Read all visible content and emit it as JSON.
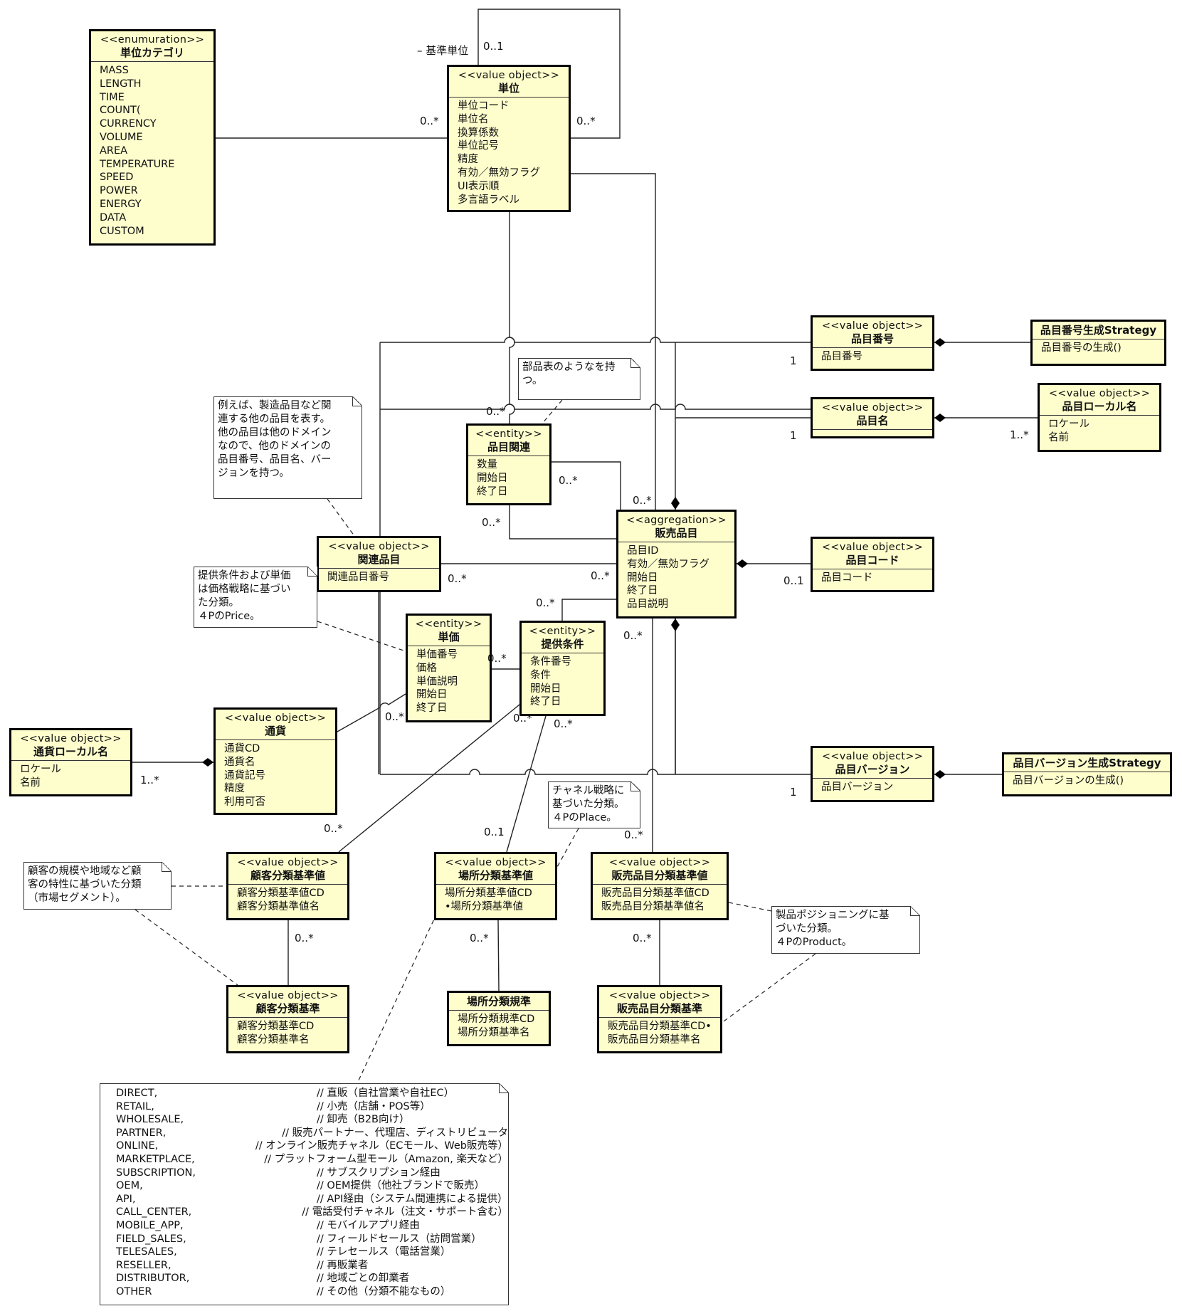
{
  "classes": {
    "unit_category": {
      "stereotype": "<<enumuration>>",
      "name": "単位カテゴリ",
      "items": [
        "MASS",
        "LENGTH",
        "TIME",
        "COUNT(",
        "CURRENCY",
        "VOLUME",
        "AREA",
        "TEMPERATURE",
        "SPEED",
        "POWER",
        "ENERGY",
        "DATA",
        "CUSTOM"
      ]
    },
    "unit": {
      "stereotype": "<<value object>>",
      "name": "単位",
      "items": [
        "単位コード",
        "単位名",
        "換算係数",
        "単位記号",
        "精度",
        "有効／無効フラグ",
        "UI表示順",
        "多言語ラベル"
      ]
    },
    "item_number": {
      "stereotype": "<<value object>>",
      "name": "品目番号",
      "items": [
        "品目番号"
      ]
    },
    "item_number_strategy": {
      "name": "品目番号生成Strategy",
      "items": [
        "品目番号の生成()"
      ]
    },
    "item_name": {
      "stereotype": "<<value object>>",
      "name": "品目名",
      "items": []
    },
    "item_local_name": {
      "stereotype": "<<value object>>",
      "name": "品目ローカル名",
      "items": [
        "ロケール",
        "名前"
      ]
    },
    "item_relation": {
      "stereotype": "<<entity>>",
      "name": "品目関連",
      "items": [
        "数量",
        "開始日",
        "終了日"
      ]
    },
    "sales_item": {
      "stereotype": "<<aggregation>>",
      "name": "販売品目",
      "items": [
        "品目ID",
        "有効／無効フラグ",
        "開始日",
        "終了日",
        "品目説明"
      ]
    },
    "item_code": {
      "stereotype": "<<value object>>",
      "name": "品目コード",
      "items": [
        "品目コード"
      ]
    },
    "related_item": {
      "stereotype": "<<value object>>",
      "name": "関連品目",
      "items": [
        "関連品目番号"
      ]
    },
    "unit_price": {
      "stereotype": "<<entity>>",
      "name": "単価",
      "items": [
        "単価番号",
        "価格",
        "単価説明",
        "開始日",
        "終了日"
      ]
    },
    "offer_condition": {
      "stereotype": "<<entity>>",
      "name": "提供条件",
      "items": [
        "条件番号",
        "条件",
        "開始日",
        "終了日"
      ]
    },
    "currency": {
      "stereotype": "<<value object>>",
      "name": "通貨",
      "items": [
        "通貨CD",
        "通貨名",
        "通貨記号",
        "精度",
        "利用可否"
      ]
    },
    "currency_local_name": {
      "stereotype": "<<value object>>",
      "name": "通貨ローカル名",
      "items": [
        "ロケール",
        "名前"
      ]
    },
    "item_version": {
      "stereotype": "<<value object>>",
      "name": "品目バージョン",
      "items": [
        "品目バージョン"
      ]
    },
    "item_version_strategy": {
      "name": "品目バージョン生成Strategy",
      "items": [
        "品目バージョンの生成()"
      ]
    },
    "customer_class_value": {
      "stereotype": "<<value object>>",
      "name": "顧客分類基準値",
      "items": [
        "顧客分類基準値CD",
        "顧客分類基準値名"
      ]
    },
    "place_class_value": {
      "stereotype": "<<value object>>",
      "name": "場所分類基準値",
      "items": [
        "場所分類基準値CD",
        "•場所分類基準値"
      ]
    },
    "sales_item_class_value": {
      "stereotype": "<<value object>>",
      "name": "販売品目分類基準値",
      "items": [
        "販売品目分類基準値CD",
        "販売品目分類基準値名"
      ]
    },
    "customer_class": {
      "stereotype": "<<value object>>",
      "name": "顧客分類基準",
      "items": [
        "顧客分類基準CD",
        "顧客分類基準名"
      ]
    },
    "place_class": {
      "name": "場所分類規準",
      "items": [
        "場所分類規準CD",
        "場所分類基準名"
      ]
    },
    "sales_item_class": {
      "stereotype": "<<value object>>",
      "name": "販売品目分類基準",
      "items": [
        "販売品目分類基準CD•",
        "販売品目分類基準名"
      ]
    }
  },
  "notes": {
    "bom": "部品表のようなを持\nつ。",
    "related": "例えば、製造品目など関\n連する他の品目を表す。\n他の品目は他のドメイン\nなので、他のドメインの\n品目番号、品目名、バー\nジョンを持つ。",
    "price": "提供条件および単価\nは価格戦略に基づい\nた分類。\n４PのPrice。",
    "place": "チャネル戦略に\n基づいた分類。\n４PのPlace。",
    "customer": "顧客の規模や地域など顧\n客の特性に基づいた分類\n（市場セグメント）。",
    "product": "製品ポジショニングに基\nづいた分類。\n４PのProduct。"
  },
  "channel_enum": [
    {
      "key": "DIRECT,",
      "comment": "// 直販（自社営業や自社EC）"
    },
    {
      "key": "RETAIL,",
      "comment": "// 小売（店舗・POS等）"
    },
    {
      "key": "WHOLESALE,",
      "comment": "// 卸売（B2B向け）"
    },
    {
      "key": "PARTNER,",
      "comment": "// 販売パートナー、代理店、ディストリビュータ"
    },
    {
      "key": "ONLINE,",
      "comment": "// オンライン販売チャネル（ECモール、Web販売等）"
    },
    {
      "key": "MARKETPLACE,",
      "comment": "// プラットフォーム型モール（Amazon, 楽天など）"
    },
    {
      "key": "SUBSCRIPTION,",
      "comment": "// サブスクリプション経由"
    },
    {
      "key": "OEM,",
      "comment": "// OEM提供（他社ブランドで販売）"
    },
    {
      "key": "API,",
      "comment": "// API経由（システム間連携による提供）"
    },
    {
      "key": "CALL_CENTER,",
      "comment": "// 電話受付チャネル（注文・サポート含む）"
    },
    {
      "key": "MOBILE_APP,",
      "comment": "// モバイルアプリ経由"
    },
    {
      "key": "FIELD_SALES,",
      "comment": "// フィールドセールス（訪問営業）"
    },
    {
      "key": "TELESALES,",
      "comment": "// テレセールス（電話営業）"
    },
    {
      "key": "RESELLER,",
      "comment": "// 再販業者"
    },
    {
      "key": "DISTRIBUTOR,",
      "comment": "// 地域ごとの卸業者"
    },
    {
      "key": "OTHER",
      "comment": "// その他（分類不能なもの）"
    }
  ],
  "labels": {
    "base_unit_role": "– 基準単位",
    "m_self_top": "0..1",
    "m_cat_unit": "0..*",
    "m_self_right": "0..*",
    "m_itemnum": "1",
    "m_itemname": "1",
    "m_localname": "1..*",
    "m_rel_top": "0..*",
    "m_rel_right": "0..*",
    "m_rel_bottom": "0..*",
    "m_sales_top": "0..*",
    "m_code": "0..1",
    "m_related_right": "0..*",
    "m_sales_left": "0..*",
    "m_offer_top": "0..*",
    "m_sales_bottom": "0..*",
    "m_price_right": "0..*",
    "m_price_bottom": "0..*",
    "m_offer_bl": "0..*",
    "m_offer_br": "0..*",
    "m_cur_local": "1..*",
    "m_version": "1",
    "m_cust_top": "0..*",
    "m_place_top": "0..1",
    "m_salescls_top": "0..*",
    "m_cust_bottom": "0..*",
    "m_place_bottom": "0..*",
    "m_salescls_bottom": "0..*"
  }
}
